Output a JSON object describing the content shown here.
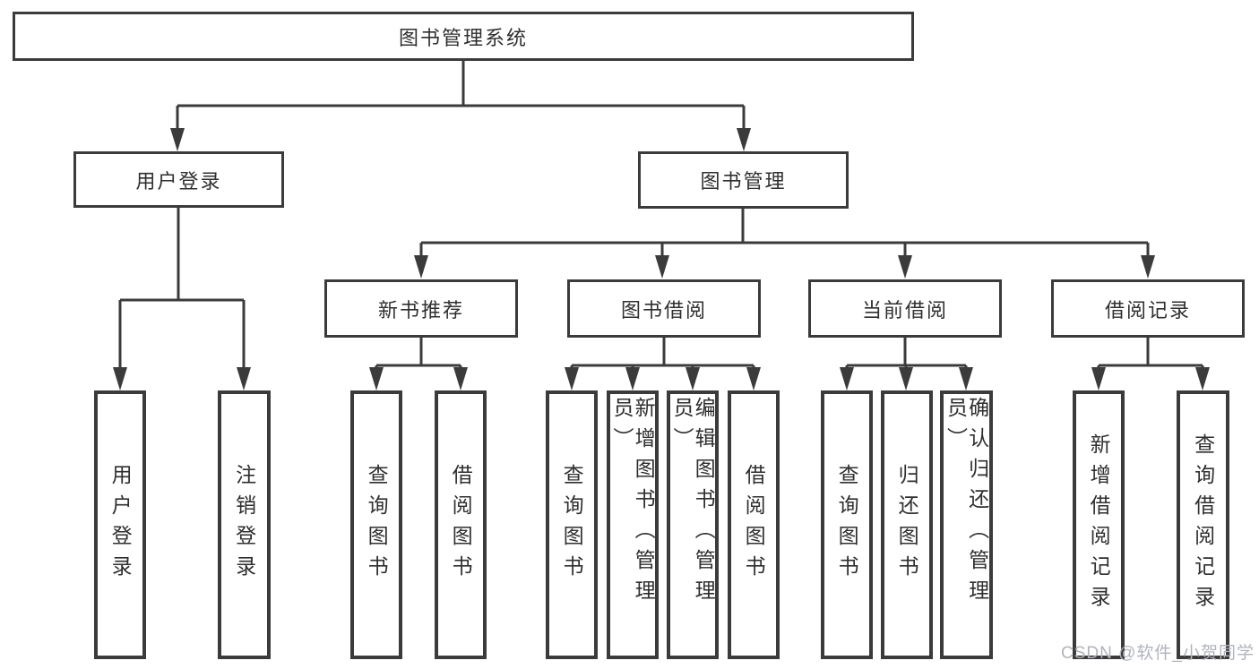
{
  "diagram_title": "图书管理系统",
  "tree": {
    "root": {
      "label": "图书管理系统"
    },
    "branches": [
      {
        "label": "用户登录",
        "children": [
          {
            "label": "用户登录"
          },
          {
            "label": "注销登录"
          }
        ]
      },
      {
        "label": "图书管理",
        "children": [
          {
            "label": "新书推荐",
            "children": [
              {
                "label": "查询图书"
              },
              {
                "label": "借阅图书"
              }
            ]
          },
          {
            "label": "图书借阅",
            "children": [
              {
                "label": "查询图书"
              },
              {
                "label": "新增图书（管理员）"
              },
              {
                "label": "编辑图书（管理员）"
              },
              {
                "label": "借阅图书"
              }
            ]
          },
          {
            "label": "当前借阅",
            "children": [
              {
                "label": "查询图书"
              },
              {
                "label": "归还图书"
              },
              {
                "label": "确认归还（管理员）"
              }
            ]
          },
          {
            "label": "借阅记录",
            "children": [
              {
                "label": "新增借阅记录"
              },
              {
                "label": "查询借阅记录"
              }
            ]
          }
        ]
      }
    ]
  },
  "watermark": {
    "text": "CSDN @软件_小贺同学",
    "color": "#b0b4bb"
  },
  "colors": {
    "line": "#3b3b3b",
    "box_border": "#3b3b3b",
    "text": "#2f2f2f",
    "background": "#ffffff",
    "watermark": "#b0b4bb"
  }
}
